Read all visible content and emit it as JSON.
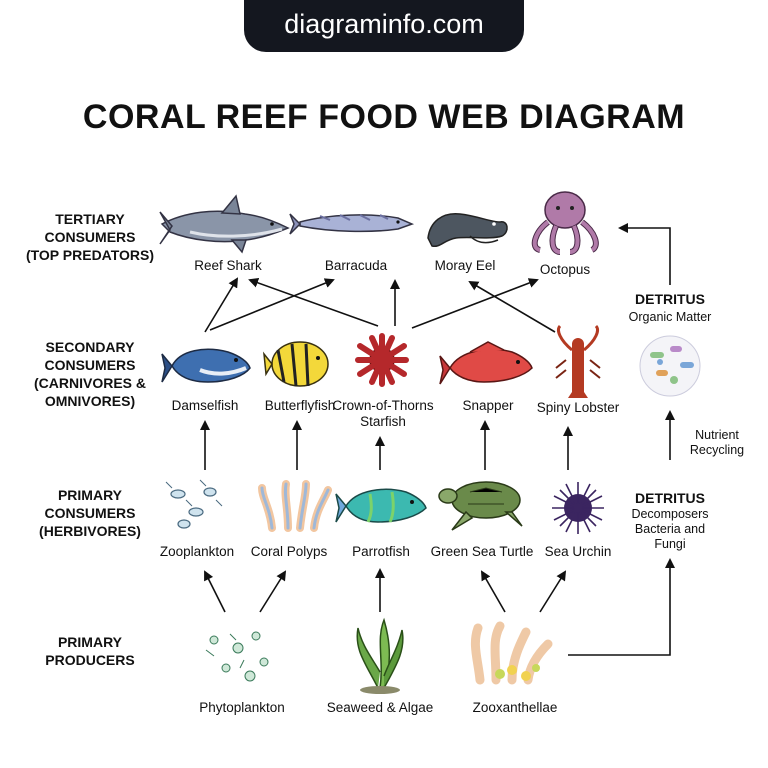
{
  "banner": {
    "text": "diagraminfo.com"
  },
  "title": "CORAL REEF FOOD WEB DIAGRAM",
  "levels": {
    "tertiary": {
      "line1": "TERTIARY",
      "line2": "CONSUMERS",
      "line3": "(TOP PREDATORS)"
    },
    "secondary": {
      "line1": "SECONDARY",
      "line2": "CONSUMERS",
      "line3": "(CARNIVORES &",
      "line4": "OMNIVORES)"
    },
    "primary": {
      "line1": "PRIMARY",
      "line2": "CONSUMERS",
      "line3": "(HERBIVORES)"
    },
    "producers": {
      "line1": "PRIMARY",
      "line2": "PRODUCERS"
    }
  },
  "organisms": {
    "reef_shark": "Reef Shark",
    "barracuda": "Barracuda",
    "moray_eel": "Moray Eel",
    "octopus": "Octopus",
    "damselfish": "Damselfish",
    "butterflyfish": "Butterflyfish",
    "crown_of_thorns_1": "Crown-of-Thorns",
    "crown_of_thorns_2": "Starfish",
    "snapper": "Snapper",
    "spiny_lobster": "Spiny Lobster",
    "zooplankton": "Zooplankton",
    "coral_polyps": "Coral Polyps",
    "parrotfish": "Parrotfish",
    "green_sea_turtle": "Green Sea Turtle",
    "sea_urchin": "Sea Urchin",
    "phytoplankton": "Phytoplankton",
    "seaweed_algae": "Seaweed & Algae",
    "zooxanthellae": "Zooxanthellae"
  },
  "detritus_top": {
    "title": "DETRITUS",
    "sub": "Organic Matter"
  },
  "nutrient": {
    "line1": "Nutrient",
    "line2": "Recycling"
  },
  "detritus_bottom": {
    "title": "DETRITUS",
    "sub1": "Decomposers",
    "sub2": "Bacteria and",
    "sub3": "Fungi"
  },
  "colors": {
    "banner": "#14171f",
    "arrow": "#111111"
  }
}
